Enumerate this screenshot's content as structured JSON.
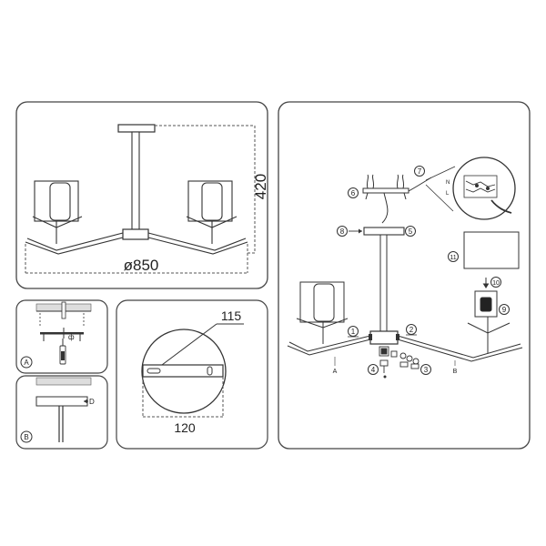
{
  "panels": {
    "overall": {
      "height_label": "420",
      "diameter_label": "ø850"
    },
    "mounting": {
      "step_a": "A",
      "step_b": "B"
    },
    "plate": {
      "dim_top": "115",
      "dim_bottom": "120"
    },
    "assembly": {
      "callouts": [
        "1",
        "2",
        "3",
        "4",
        "5",
        "6",
        "7",
        "8",
        "9",
        "10",
        "11"
      ],
      "arm_a": "A",
      "arm_b": "B"
    }
  },
  "colors": {
    "line": "#333333",
    "dim": "#555555",
    "frame": "#444444"
  }
}
